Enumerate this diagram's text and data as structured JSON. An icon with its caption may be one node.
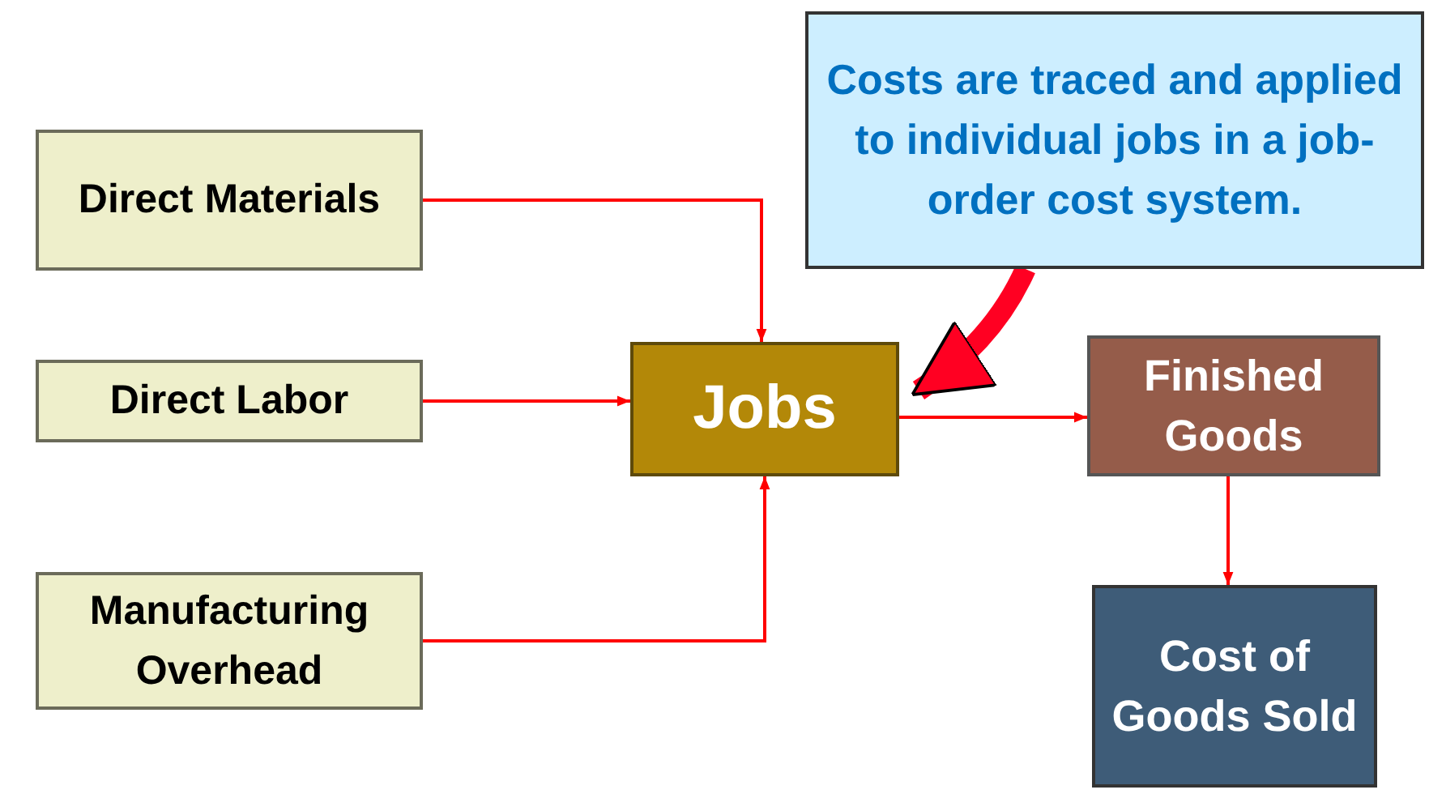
{
  "diagram": {
    "nodes": [
      {
        "text": [
          "Direct Materials"
        ]
      },
      {
        "text": [
          "Direct Labor"
        ]
      },
      {
        "text": [
          "Manufacturing Overhead"
        ]
      },
      {
        "text": [
          "Jobs"
        ]
      },
      {
        "text": [
          "Finished Goods"
        ]
      },
      {
        "text": [
          "Cost of Goods Sold"
        ]
      },
      {
        "text": [
          "Costs are traced and applied to individual jobs in a job-order cost system."
        ]
      }
    ],
    "edges": [
      {
        "from": 0,
        "to": 3,
        "arrow": "to"
      },
      {
        "from": 1,
        "to": 3,
        "arrow": "to"
      },
      {
        "from": 2,
        "to": 3,
        "arrow": "to"
      },
      {
        "from": 3,
        "to": 4,
        "arrow": "to"
      },
      {
        "from": 4,
        "to": 5,
        "arrow": "to"
      },
      {
        "from": 6,
        "to": 3,
        "arrow": "to",
        "style": "thick",
        "color": "#ff0022"
      }
    ]
  }
}
